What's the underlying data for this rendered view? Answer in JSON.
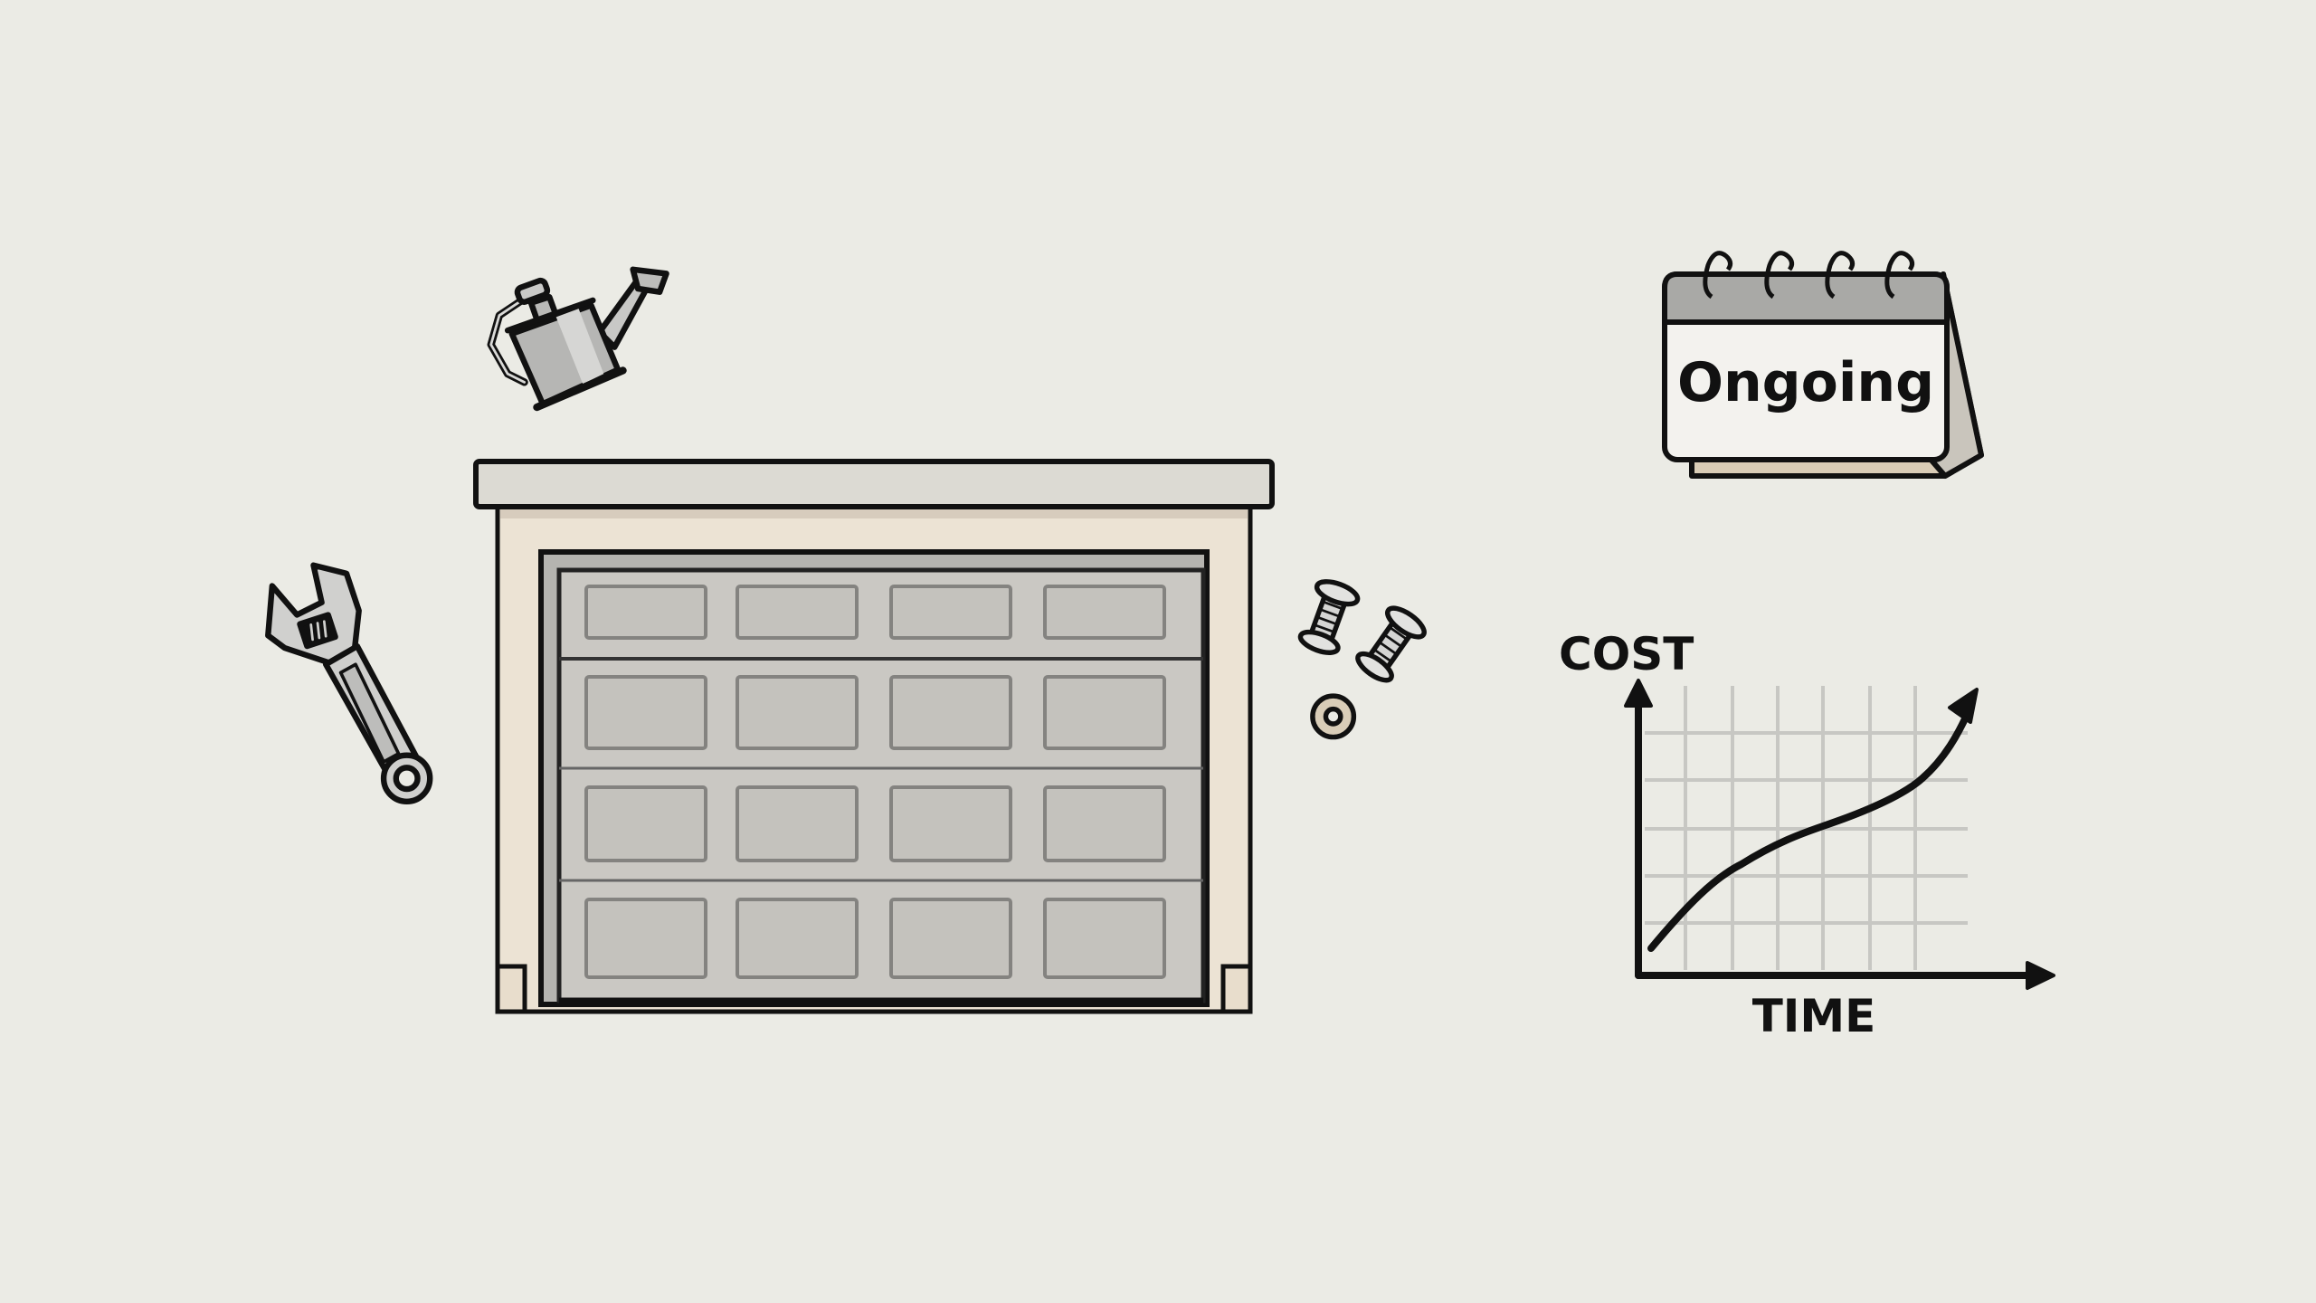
{
  "scene": {
    "background_color": "#ebebe5",
    "description_items": [
      "watering-can",
      "wrench",
      "garage-door",
      "screws-and-washer",
      "calendar",
      "cost-time-chart"
    ]
  },
  "calendar": {
    "label": "Ongoing",
    "header_color": "#a9a9a6",
    "page_color": "#f3f2ee",
    "stand_color": "#d9ccb6",
    "ring_count": 4
  },
  "garage": {
    "cornice_color": "#dcdad3",
    "frame_color": "#ece3d4",
    "door_color": "#c9c7c2",
    "panel_rows": 4,
    "panel_cols": 4
  },
  "chart_data": {
    "type": "line",
    "title": "",
    "xlabel": "TIME",
    "ylabel": "COST",
    "grid": true,
    "x": [
      0,
      1,
      2,
      3,
      4,
      5,
      6,
      7
    ],
    "series": [
      {
        "name": "cost",
        "values": [
          0.6,
          1.6,
          2.5,
          2.9,
          3.2,
          3.7,
          4.7,
          6.0
        ]
      }
    ],
    "xlim": [
      0,
      7
    ],
    "ylim": [
      0,
      6
    ],
    "trend": "increasing, arrow at end"
  }
}
